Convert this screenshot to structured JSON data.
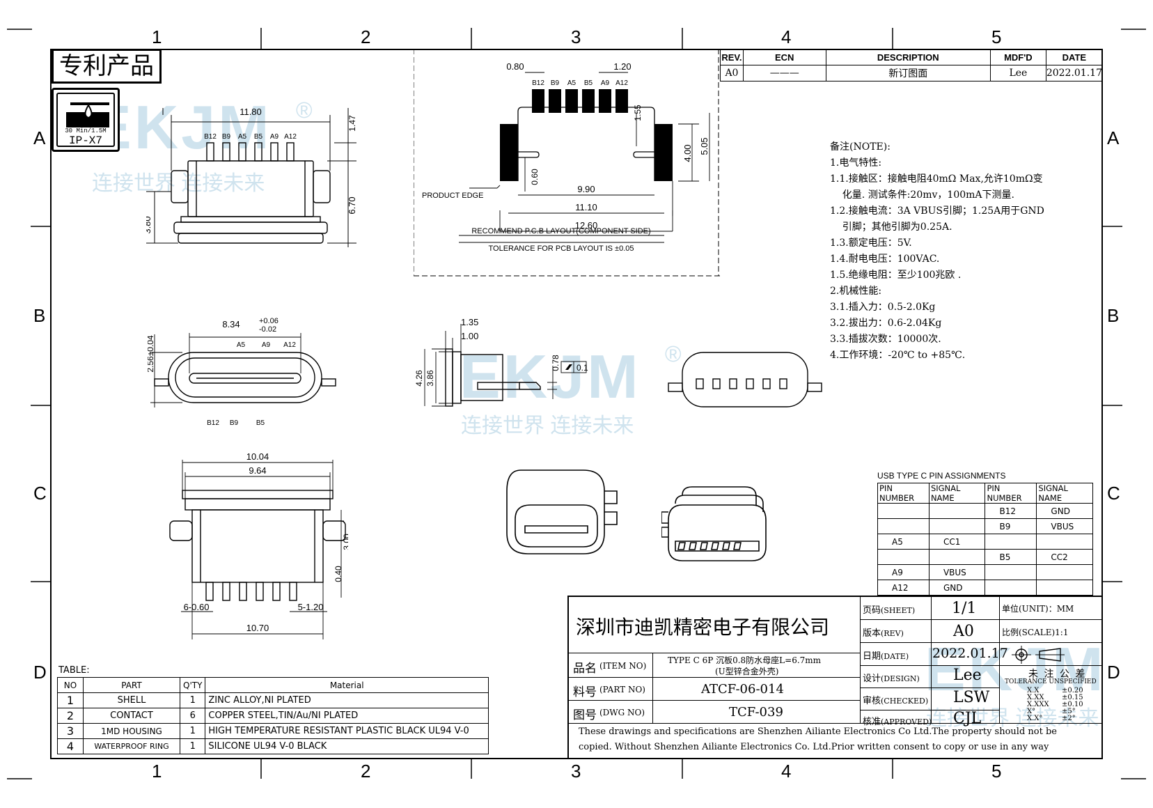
{
  "zones": {
    "cols": [
      "1",
      "2",
      "3",
      "4",
      "5"
    ],
    "rows": [
      "A",
      "B",
      "C",
      "D"
    ]
  },
  "badge": "专利产品",
  "ip": {
    "line1": "30 Min/1.5M",
    "line2": "IP-X7"
  },
  "watermark": {
    "brand": "EKJM",
    "reg": "®",
    "slogan": "连接世界 连接未来"
  },
  "top_view": {
    "dims": [
      "11.80",
      "1.47",
      "6.70",
      "3.80"
    ],
    "pins": [
      "B12",
      "B9",
      "A5",
      "B5",
      "A9",
      "A12"
    ]
  },
  "pcb_layout": {
    "dims": [
      "0.80",
      "1.20",
      "1.55",
      "4.00",
      "5.05",
      "0.60",
      "9.90",
      "11.10",
      "12.60"
    ],
    "pins": [
      "B12",
      "B9",
      "A5",
      "B5",
      "A9",
      "A12"
    ],
    "edge_label": "PRODUCT EDGE",
    "title": "RECOMMEND P.C.B LAYOUT(COMPONENT SIDE)",
    "tolerance": "TOLERANCE FOR PCB LAYOUT IS ±0.05"
  },
  "front_view": {
    "dim_w": "8.34",
    "tol_plus": "+0.06",
    "tol_minus": "-0.02",
    "dim_h": "2.56±0.04",
    "pins_top": [
      "A5",
      "A9",
      "A12"
    ],
    "pins_bottom": [
      "B12",
      "B9",
      "B5"
    ]
  },
  "side_view": {
    "dims": [
      "1.35",
      "1.00",
      "4.26",
      "3.86",
      "0.78"
    ],
    "flatness": "0.1"
  },
  "bottom_view": {
    "dims": [
      "10.04",
      "9.64",
      "3.00",
      "0.40",
      "6-0.60",
      "5-1.20",
      "10.70"
    ]
  },
  "revision": {
    "headers": [
      "REV.",
      "ECN",
      "DESCRIPTION",
      "MDF'D",
      "DATE"
    ],
    "row": [
      "A0",
      "———",
      "新订图面",
      "Lee",
      "2022.01.17"
    ]
  },
  "notes": [
    "备注(NOTE):",
    "1.电气特性:",
    "1.1.接触区：接触电阻40mΩ Max,允许10mΩ变",
    "    化量. 测试条件:20mv，100mA下测量.",
    "1.2.接触电流：3A VBUS引脚；1.25A用于GND",
    "    引脚；其他引脚为0.25A.",
    "1.3.额定电压：5V.",
    "1.4.耐电电压：100VAC.",
    "1.5.绝缘电阻：至少100兆欧 .",
    "2.机械性能:",
    "3.1.插入力：0.5-2.0Kg",
    "3.2.拔出力：0.6-2.04Kg",
    "3.3.插拔次数：10000次.",
    "4.工作环境：-20℃ to +85℃."
  ],
  "pin_table": {
    "title": "USB TYPE C PIN ASSIGNMENTS",
    "headers": [
      "PIN NUMBER",
      "SIGNAL NAME",
      "PIN NUMBER",
      "SIGNAL NAME"
    ],
    "rows": [
      [
        "",
        "",
        "B12",
        "GND"
      ],
      [
        "",
        "",
        "B9",
        "VBUS"
      ],
      [
        "A5",
        "CC1",
        "",
        ""
      ],
      [
        "",
        "",
        "B5",
        "CC2"
      ],
      [
        "A9",
        "VBUS",
        "",
        ""
      ],
      [
        "A12",
        "GND",
        "",
        ""
      ]
    ]
  },
  "bom": {
    "title": "TABLE:",
    "headers": [
      "NO",
      "PART",
      "Q'TY",
      "Material"
    ],
    "rows": [
      [
        "1",
        "SHELL",
        "1",
        "ZINC ALLOY,NI PLATED"
      ],
      [
        "2",
        "CONTACT",
        "6",
        "COPPER STEEL,TIN/Au/NI PLATED"
      ],
      [
        "3",
        "1MD HOUSING",
        "1",
        "HIGH TEMPERATURE RESISTANT PLASTIC BLACK UL94 V-0"
      ],
      [
        "4",
        "WATERPROOF RING",
        "1",
        "SILICONE UL94 V-0 BLACK"
      ]
    ]
  },
  "title_block": {
    "company": "深圳市迪凯精密电子有限公司",
    "item_label": "品名",
    "item_en": "(ITEM NO)",
    "item_value_1": "TYPE C 6P 沉板0.8防水母座L=6.7mm",
    "item_value_2": "(U型锌合金外壳)",
    "part_label": "料号",
    "part_en": "(PART NO)",
    "part_value": "ATCF-06-014",
    "dwg_label": "图号",
    "dwg_en": "(DWG NO)",
    "dwg_value": "TCF-039",
    "sheet_label": "页码",
    "sheet_en": "(SHEET)",
    "sheet_value": "1/1",
    "rev_label": "版本",
    "rev_en": "(REV)",
    "rev_value": "A0",
    "date_label": "日期",
    "date_en": "(DATE)",
    "date_value": "2022.01.17",
    "design_label": "设计",
    "design_en": "(DESIGN)",
    "design_value": "Lee",
    "checked_label": "审核",
    "checked_en": "(CHECKED)",
    "checked_value": "LSW",
    "approved_label": "核准",
    "approved_en": "(APPROVED)",
    "approved_value": "CJL",
    "unit": "单位(UNIT)：MM",
    "scale": "比例(SCALE)1:1",
    "tol_title": "未 注 公 差",
    "tol_sub": "TOLERANCE UNSPECIFIED",
    "tolerances": [
      [
        "X.X",
        "±0.20"
      ],
      [
        "X.XX",
        "±0.15"
      ],
      [
        "X.XXX",
        "±0.10"
      ],
      [
        "X°",
        "±5°"
      ],
      [
        "X.X°",
        "±2°"
      ]
    ],
    "disclaimer_1": "These drawings and specifications are Shenzhen Ailiante Electronics Co Ltd.The property should not be",
    "disclaimer_2": "copied. Without Shenzhen Ailiante Electronics Co. Ltd.Prior written consent to copy or use in any way"
  }
}
